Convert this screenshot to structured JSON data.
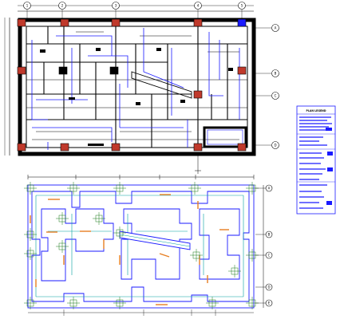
{
  "legend": {
    "title": "PLAN LEGEND"
  },
  "top_plan": {
    "grid_top": [
      "1",
      "2",
      "3",
      "4",
      "5"
    ],
    "grid_right": [
      "A",
      "B",
      "C",
      "D"
    ]
  },
  "bottom_plan": {
    "grid_right": [
      "A",
      "B",
      "C",
      "D",
      "E"
    ]
  },
  "colors": {
    "wall": "#000000",
    "pipe": "#1a1aff",
    "beam": "#00a0a0",
    "column": "#c0392b",
    "dim": "#1a7a1a",
    "rebar": "#e67e22"
  }
}
